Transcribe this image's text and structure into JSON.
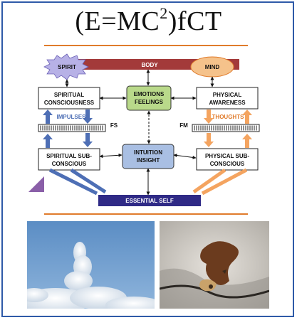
{
  "title": {
    "prefix": "(E=MC",
    "exponent": "2",
    "suffix": ")fCT"
  },
  "diagram": {
    "spirit": "SPIRIT",
    "body": "BODY",
    "mind": "MIND",
    "spiritual_consciousness": [
      "SPIRITUAL",
      "CONSCIOUSNESS"
    ],
    "emotions": [
      "EMOTIONS",
      "FEELINGS"
    ],
    "physical_awareness": [
      "PHYSICAL",
      "AWARENESS"
    ],
    "impulses": "IMPULSES",
    "thoughts": "THOUGHTS",
    "fs": "FS",
    "fm": "FM",
    "spiritual_subconscious": [
      "SPIRITUAL SUB-",
      "CONSCIOUS"
    ],
    "intuition": [
      "INTUITION",
      "INSIGHT"
    ],
    "physical_subconscious": [
      "PHYSICAL SUB-",
      "CONSCIOUS"
    ],
    "essential_self": "ESSENTIAL SELF",
    "colors": {
      "spirit_fill": "#b7b1e6",
      "body_band": "#a33a3a",
      "mind_fill": "#f5c28b",
      "emotions_fill": "#b9d98a",
      "intuition_fill": "#a9bfe3",
      "essential_fill": "#2f2a86",
      "blue_arrow": "#4e6fb5",
      "orange_arrow": "#f4a460"
    }
  },
  "photos": {
    "left": "cloud-photo",
    "right": "rock-stain-photo"
  }
}
